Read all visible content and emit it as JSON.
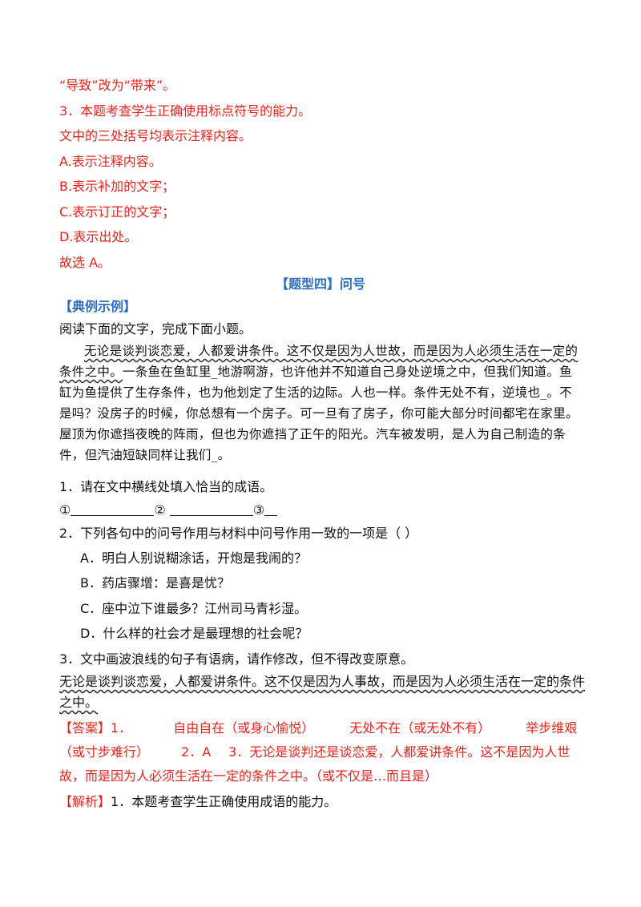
{
  "prev": {
    "line1": "“导致”改为“带来”。",
    "q3": "3．本题考查学生正确使用标点符号的能力。",
    "desc": "文中的三处括号均表示注释内容。",
    "a": "A.表示注释内容。",
    "b": "B.表示补加的文字；",
    "c": "C.表示订正的文字；",
    "d": "D.表示出处。",
    "choice": "故选 A。"
  },
  "section_title": "【题型四】问号",
  "example_label": "【典例示例】",
  "intro": "阅读下面的文字，完成下面小题。",
  "passage": {
    "wavy_sentence": "无论是谈判谈恋爱，人都爱讲条件。这不仅是因为人世故，而是因为人必须生活在一定的条件之中。",
    "rest": "一条鱼在鱼缸里_地游啊游，也许他并不知道自己身处逆境之中，但我们知道。鱼缸为鱼提供了生存条件，也为他划定了生活的边际。人也一样。条件无处不有，逆境也_。不是吗？没房子的时候，你总想有一个房子。可一旦有了房子，你可能大部分时间都宅在家里。屋顶为你遮挡夜晚的阵雨，但也为你遮挡了正午的阳光。汽车被发明，是人为自己制造的条件，但汽油短缺同样让我们_。"
  },
  "q1": {
    "text": "1．请在文中横线处填入恰当的成语。",
    "m1": "①",
    "m2": "②",
    "m3": "③"
  },
  "q2": {
    "text": "2．下列各句中的问号作用与材料中问号作用一致的一项是（    ）",
    "options": [
      "A．明白人别说糊涂话，开炮是我闹的？",
      "B．药店骤增：是喜是忧？",
      "C．座中泣下谁最多？江州司马青衫湿。",
      "D．什么样的社会才是最理想的社会呢？"
    ]
  },
  "q3": {
    "text": "3．文中画波浪线的句子有语病，请作修改，但不得改变原意。",
    "sentence": "无论是谈判谈恋爱，人都爱讲条件。这不仅是因为人事故，而是因为人必须生活在一定的条件之中。"
  },
  "answer": {
    "label": "【答案】",
    "a1_num": "1．",
    "a1_1": "自由自在（或身心愉悦）",
    "a1_2": "无处不在（或无处不有）",
    "a1_3": "举步维艰（或寸步难行）",
    "a2": "2．A",
    "a3": "3．无论是谈判还是谈恋爱，人都爱讲条件。这不是因为人世故，而是因为人必须生活在一定的条件之中。（或不仅是…而且是）"
  },
  "analysis": {
    "label": "【解析】",
    "text": "1．本题考查学生正确使用成语的能力。"
  },
  "colors": {
    "answer_red": "#e3241b",
    "heading_blue": "#2c6fc0"
  }
}
